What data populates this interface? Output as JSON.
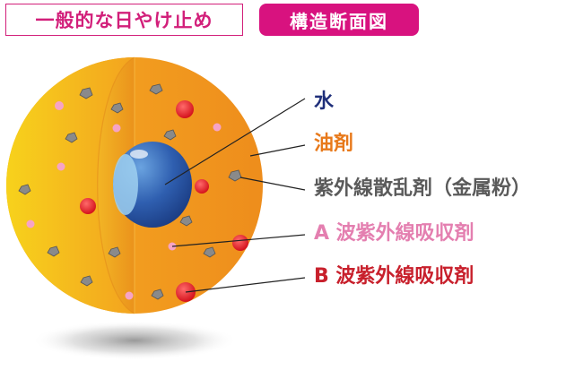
{
  "header": {
    "title": "一般的な日やけ止め",
    "tag": "構造断面図"
  },
  "labels": [
    {
      "key": "water",
      "text": "水",
      "color": "#1f2f7a"
    },
    {
      "key": "oil",
      "text": "油剤",
      "color": "#e8791a"
    },
    {
      "key": "scatter",
      "text": "紫外線散乱剤（金属粉）",
      "color": "#5a5a5a"
    },
    {
      "key": "absorber_a",
      "text": "A 波紫外線吸収剤",
      "color": "#e47fb0"
    },
    {
      "key": "absorber_b",
      "text": "B 波紫外線吸収剤",
      "color": "#c8202c"
    }
  ]
}
